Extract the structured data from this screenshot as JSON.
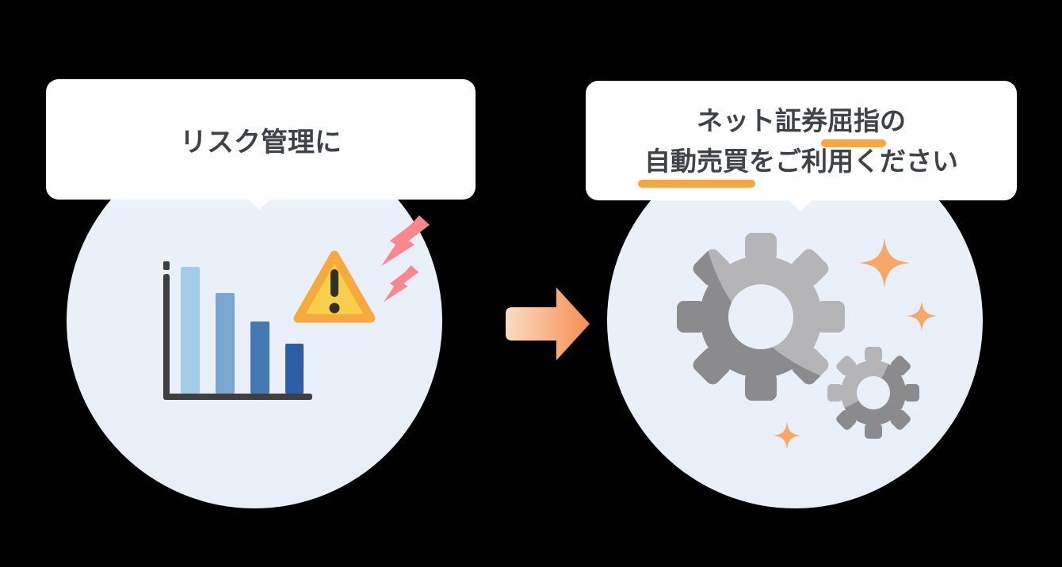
{
  "scene": {
    "background": "#000000",
    "description": "before-after promo diagram"
  },
  "left": {
    "bubble": {
      "text": "リスク管理に"
    },
    "illustration": {
      "bar_chart_icon": {
        "bars": [
          160,
          127,
          91,
          63
        ],
        "bar_colors": [
          "#A3CDE9",
          "#7CA7D0",
          "#4478B3",
          "#2B5EA5"
        ],
        "axis_color": "#3F3F41"
      },
      "warning_icon": {
        "fill": "#F8CF4A",
        "border": "#F6A93C",
        "mark_color": "#332E28"
      },
      "lightning_icon": {
        "color": "#F9888E",
        "count": 2
      }
    },
    "circle_bg": "#E9EFF9"
  },
  "arrow": {
    "icon": "arrow-right-icon",
    "gradient_start": "#FBDCC3",
    "gradient_end": "#F58E53"
  },
  "right": {
    "bubble": {
      "line1": [
        {
          "text": "ネット証券"
        },
        {
          "text": "屈指",
          "underline": true
        },
        {
          "text": "の"
        }
      ],
      "line2": [
        {
          "text": "自動売買",
          "underline": true
        },
        {
          "text": "をご利用ください"
        }
      ],
      "underline_color": "#F7A73E"
    },
    "illustration": {
      "gear_icon": {
        "light": "#B5B5B7",
        "dark": "#8B8B8D",
        "count": 2
      },
      "sparkle_icon": {
        "color": "#F8A767",
        "count": 3
      }
    },
    "circle_bg": "#E9EFF9"
  }
}
